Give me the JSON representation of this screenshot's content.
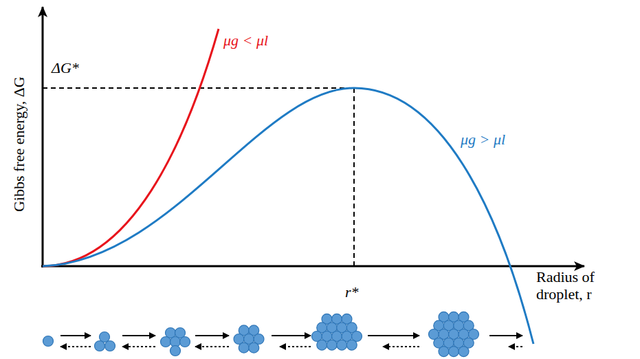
{
  "diagram": {
    "labels": [
      "Gibbs free energy, ΔG",
      "ΔG*",
      "μg < μl",
      "μg > μl",
      "r*",
      "Radius of droplet, r"
    ]
  }
}
